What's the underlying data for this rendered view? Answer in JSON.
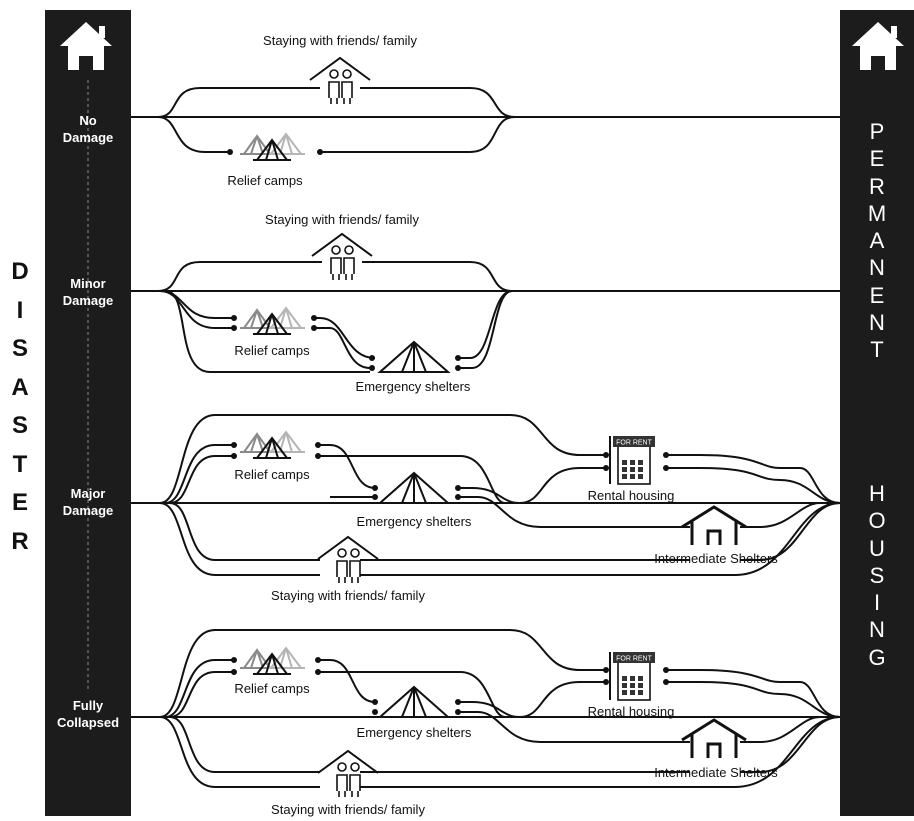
{
  "disaster_label": "DISASTER",
  "permanent_label": "PERMANENT",
  "housing_label": "HOUSING",
  "damage_levels": [
    {
      "label": "No\nDamage"
    },
    {
      "label": "Minor\nDamage"
    },
    {
      "label": "Major\nDamage"
    },
    {
      "label": "Fully\nCollapsed"
    }
  ],
  "options": {
    "friends": "Staying with friends/ family",
    "relief": "Relief camps",
    "emergency": "Emergency shelters",
    "rental": "Rental housing",
    "intermediate": "Intermediate Shelters",
    "for_rent_sign": "FOR RENT"
  },
  "colors": {
    "bar": "#1c1c1c",
    "line": "#111111",
    "tent_light": "#b5b5b5",
    "tent_mid": "#8a8a8a"
  }
}
